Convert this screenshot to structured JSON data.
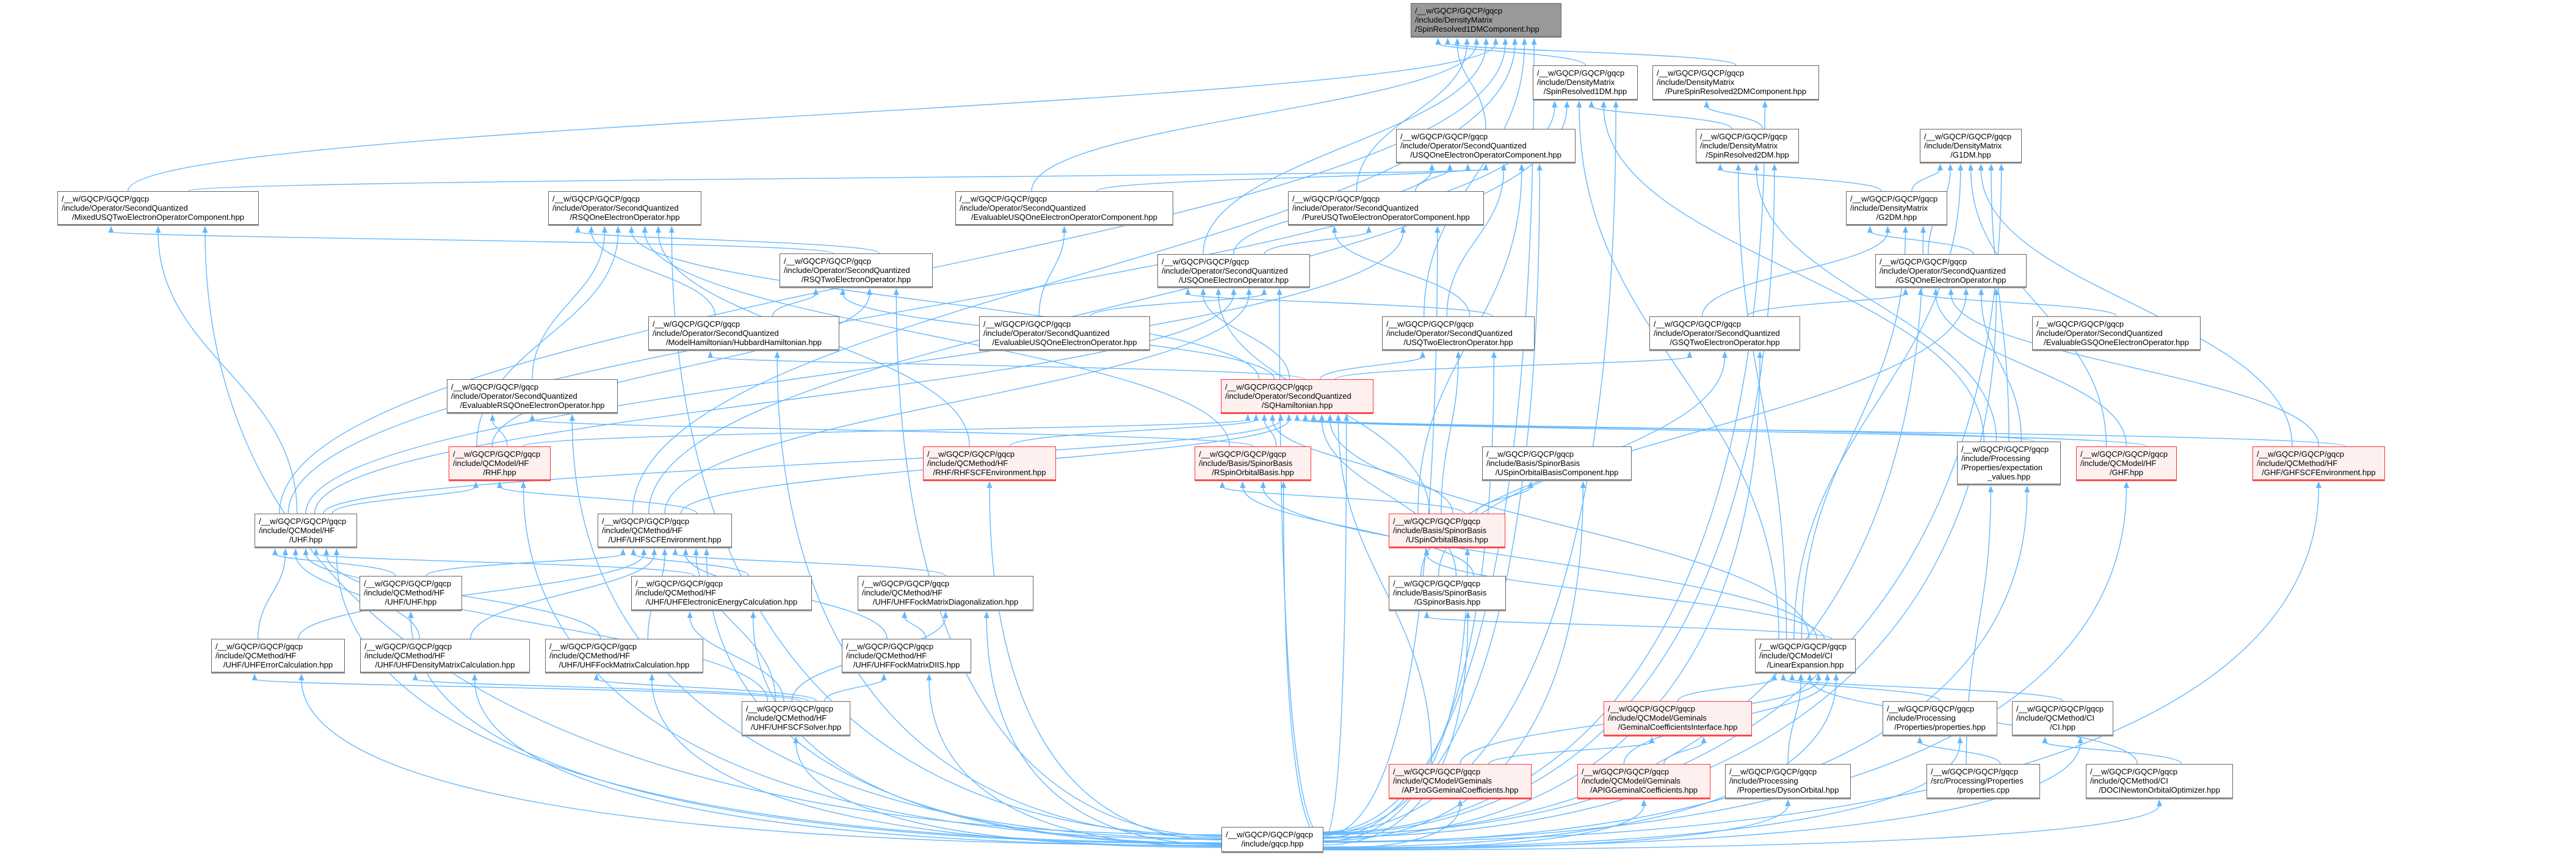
{
  "colors": {
    "edge": "#63b8ff",
    "node_border": "#666666",
    "root_fill": "#999999",
    "highlight_border": "#ff3030",
    "highlight_fill": "#fff0f0"
  },
  "nodes": {
    "root": {
      "style": "root",
      "lines": [
        "/__w/GQCP/GQCP/gqcp",
        "/include/DensityMatrix",
        "/SpinResolved1DMComponent.hpp"
      ]
    },
    "sr1dm": {
      "style": "normal",
      "lines": [
        "/__w/GQCP/GQCP/gqcp",
        "/include/DensityMatrix",
        "/SpinResolved1DM.hpp"
      ]
    },
    "psr2dmc": {
      "style": "normal",
      "lines": [
        "/__w/GQCP/GQCP/gqcp",
        "/include/DensityMatrix",
        "/PureSpinResolved2DMComponent.hpp"
      ]
    },
    "usq1c": {
      "style": "normal",
      "lines": [
        "/__w/GQCP/GQCP/gqcp",
        "/include/Operator/SecondQuantized",
        "/USQOneElectronOperatorComponent.hpp"
      ]
    },
    "sr2dm": {
      "style": "normal",
      "lines": [
        "/__w/GQCP/GQCP/gqcp",
        "/include/DensityMatrix",
        "/SpinResolved2DM.hpp"
      ]
    },
    "g1dm": {
      "style": "normal",
      "lines": [
        "/__w/GQCP/GQCP/gqcp",
        "/include/DensityMatrix",
        "/G1DM.hpp"
      ]
    },
    "mixed": {
      "style": "normal",
      "lines": [
        "/__w/GQCP/GQCP/gqcp",
        "/include/Operator/SecondQuantized",
        "/MixedUSQTwoElectronOperatorComponent.hpp"
      ]
    },
    "rsq1": {
      "style": "normal",
      "lines": [
        "/__w/GQCP/GQCP/gqcp",
        "/include/Operator/SecondQuantized",
        "/RSQOneElectronOperator.hpp"
      ]
    },
    "evalusq1c": {
      "style": "normal",
      "lines": [
        "/__w/GQCP/GQCP/gqcp",
        "/include/Operator/SecondQuantized",
        "/EvaluableUSQOneElectronOperatorComponent.hpp"
      ]
    },
    "pureusq2c": {
      "style": "normal",
      "lines": [
        "/__w/GQCP/GQCP/gqcp",
        "/include/Operator/SecondQuantized",
        "/PureUSQTwoElectronOperatorComponent.hpp"
      ]
    },
    "g2dm": {
      "style": "normal",
      "lines": [
        "/__w/GQCP/GQCP/gqcp",
        "/include/DensityMatrix",
        "/G2DM.hpp"
      ]
    },
    "rsq2": {
      "style": "normal",
      "lines": [
        "/__w/GQCP/GQCP/gqcp",
        "/include/Operator/SecondQuantized",
        "/RSQTwoElectronOperator.hpp"
      ]
    },
    "usq1": {
      "style": "normal",
      "lines": [
        "/__w/GQCP/GQCP/gqcp",
        "/include/Operator/SecondQuantized",
        "/USQOneElectronOperator.hpp"
      ]
    },
    "gsq1": {
      "style": "normal",
      "lines": [
        "/__w/GQCP/GQCP/gqcp",
        "/include/Operator/SecondQuantized",
        "/GSQOneElectronOperator.hpp"
      ]
    },
    "hubbard": {
      "style": "normal",
      "lines": [
        "/__w/GQCP/GQCP/gqcp",
        "/include/Operator/SecondQuantized",
        "/ModelHamiltonian/HubbardHamiltonian.hpp"
      ]
    },
    "evalusq1": {
      "style": "normal",
      "lines": [
        "/__w/GQCP/GQCP/gqcp",
        "/include/Operator/SecondQuantized",
        "/EvaluableUSQOneElectronOperator.hpp"
      ]
    },
    "usq2": {
      "style": "normal",
      "lines": [
        "/__w/GQCP/GQCP/gqcp",
        "/include/Operator/SecondQuantized",
        "/USQTwoElectronOperator.hpp"
      ]
    },
    "gsq2": {
      "style": "normal",
      "lines": [
        "/__w/GQCP/GQCP/gqcp",
        "/include/Operator/SecondQuantized",
        "/GSQTwoElectronOperator.hpp"
      ]
    },
    "evalgsq1": {
      "style": "normal",
      "lines": [
        "/__w/GQCP/GQCP/gqcp",
        "/include/Operator/SecondQuantized",
        "/EvaluableGSQOneElectronOperator.hpp"
      ]
    },
    "evalrsq1": {
      "style": "normal",
      "lines": [
        "/__w/GQCP/GQCP/gqcp",
        "/include/Operator/SecondQuantized",
        "/EvaluableRSQOneElectronOperator.hpp"
      ]
    },
    "sqh": {
      "style": "highlight",
      "lines": [
        "/__w/GQCP/GQCP/gqcp",
        "/include/Operator/SecondQuantized",
        "/SQHamiltonian.hpp"
      ]
    },
    "rhf": {
      "style": "highlight",
      "lines": [
        "/__w/GQCP/GQCP/gqcp",
        "/include/QCModel/HF",
        "/RHF.hpp"
      ]
    },
    "rhfscf": {
      "style": "highlight",
      "lines": [
        "/__w/GQCP/GQCP/gqcp",
        "/include/QCMethod/HF",
        "/RHF/RHFSCFEnvironment.hpp"
      ]
    },
    "rsob": {
      "style": "highlight",
      "lines": [
        "/__w/GQCP/GQCP/gqcp",
        "/include/Basis/SpinorBasis",
        "/RSpinOrbitalBasis.hpp"
      ]
    },
    "usobc": {
      "style": "normal",
      "lines": [
        "/__w/GQCP/GQCP/gqcp",
        "/include/Basis/SpinorBasis",
        "/USpinOrbitalBasisComponent.hpp"
      ]
    },
    "expval": {
      "style": "normal",
      "lines": [
        "/__w/GQCP/GQCP/gqcp",
        "/include/Processing",
        "/Properties/expectation",
        "_values.hpp"
      ]
    },
    "ghf": {
      "style": "highlight",
      "lines": [
        "/__w/GQCP/GQCP/gqcp",
        "/include/QCModel/HF",
        "/GHF.hpp"
      ]
    },
    "ghfscf": {
      "style": "highlight",
      "lines": [
        "/__w/GQCP/GQCP/gqcp",
        "/include/QCMethod/HF",
        "/GHF/GHFSCFEnvironment.hpp"
      ]
    },
    "uhf": {
      "style": "normal",
      "lines": [
        "/__w/GQCP/GQCP/gqcp",
        "/include/QCModel/HF",
        "/UHF.hpp"
      ]
    },
    "uhfscf": {
      "style": "normal",
      "lines": [
        "/__w/GQCP/GQCP/gqcp",
        "/include/QCMethod/HF",
        "/UHF/UHFSCFEnvironment.hpp"
      ]
    },
    "usob": {
      "style": "highlight",
      "lines": [
        "/__w/GQCP/GQCP/gqcp",
        "/include/Basis/SpinorBasis",
        "/USpinOrbitalBasis.hpp"
      ]
    },
    "uhfuhf": {
      "style": "normal",
      "lines": [
        "/__w/GQCP/GQCP/gqcp",
        "/include/QCMethod/HF",
        "/UHF/UHF.hpp"
      ]
    },
    "uhfenergy": {
      "style": "normal",
      "lines": [
        "/__w/GQCP/GQCP/gqcp",
        "/include/QCMethod/HF",
        "/UHF/UHFElectronicEnergyCalculation.hpp"
      ]
    },
    "uhfdiag": {
      "style": "normal",
      "lines": [
        "/__w/GQCP/GQCP/gqcp",
        "/include/QCMethod/HF",
        "/UHF/UHFFockMatrixDiagonalization.hpp"
      ]
    },
    "gsb": {
      "style": "normal",
      "lines": [
        "/__w/GQCP/GQCP/gqcp",
        "/include/Basis/SpinorBasis",
        "/GSpinorBasis.hpp"
      ]
    },
    "uhferr": {
      "style": "normal",
      "lines": [
        "/__w/GQCP/GQCP/gqcp",
        "/include/QCMethod/HF",
        "/UHF/UHFErrorCalculation.hpp"
      ]
    },
    "uhfdens": {
      "style": "normal",
      "lines": [
        "/__w/GQCP/GQCP/gqcp",
        "/include/QCMethod/HF",
        "/UHF/UHFDensityMatrixCalculation.hpp"
      ]
    },
    "uhffock": {
      "style": "normal",
      "lines": [
        "/__w/GQCP/GQCP/gqcp",
        "/include/QCMethod/HF",
        "/UHF/UHFFockMatrixCalculation.hpp"
      ]
    },
    "uhfdiis": {
      "style": "normal",
      "lines": [
        "/__w/GQCP/GQCP/gqcp",
        "/include/QCMethod/HF",
        "/UHF/UHFFockMatrixDIIS.hpp"
      ]
    },
    "linexp": {
      "style": "normal",
      "lines": [
        "/__w/GQCP/GQCP/gqcp",
        "/include/QCModel/CI",
        "/LinearExpansion.hpp"
      ]
    },
    "uhfsolver": {
      "style": "normal",
      "lines": [
        "/__w/GQCP/GQCP/gqcp",
        "/include/QCMethod/HF",
        "/UHF/UHFSCFSolver.hpp"
      ]
    },
    "gemint": {
      "style": "highlight",
      "lines": [
        "/__w/GQCP/GQCP/gqcp",
        "/include/QCModel/Geminals",
        "/GeminalCoefficientsInterface.hpp"
      ]
    },
    "props": {
      "style": "normal",
      "lines": [
        "/__w/GQCP/GQCP/gqcp",
        "/include/Processing",
        "/Properties/properties.hpp"
      ]
    },
    "ci": {
      "style": "normal",
      "lines": [
        "/__w/GQCP/GQCP/gqcp",
        "/include/QCMethod/CI",
        "/CI.hpp"
      ]
    },
    "ap1rog": {
      "style": "highlight",
      "lines": [
        "/__w/GQCP/GQCP/gqcp",
        "/include/QCModel/Geminals",
        "/AP1roGGeminalCoefficients.hpp"
      ]
    },
    "apig": {
      "style": "highlight",
      "lines": [
        "/__w/GQCP/GQCP/gqcp",
        "/include/QCModel/Geminals",
        "/APIGGeminalCoefficients.hpp"
      ]
    },
    "dyson": {
      "style": "normal",
      "lines": [
        "/__w/GQCP/GQCP/gqcp",
        "/include/Processing",
        "/Properties/DysonOrbital.hpp"
      ]
    },
    "propscpp": {
      "style": "normal",
      "lines": [
        "/__w/GQCP/GQCP/gqcp",
        "/src/Processing/Properties",
        "/properties.cpp"
      ]
    },
    "doci": {
      "style": "normal",
      "lines": [
        "/__w/GQCP/GQCP/gqcp",
        "/include/QCMethod/CI",
        "/DOCINewtonOrbitalOptimizer.hpp"
      ]
    },
    "gqcp": {
      "style": "normal",
      "lines": [
        "/__w/GQCP/GQCP/gqcp",
        "/include/gqcp.hpp"
      ]
    }
  },
  "edges": [
    [
      "sr1dm",
      "root"
    ],
    [
      "psr2dmc",
      "root"
    ],
    [
      "usq1c",
      "root"
    ],
    [
      "pureusq2c",
      "root"
    ],
    [
      "evalusq1c",
      "root"
    ],
    [
      "usq1",
      "root"
    ],
    [
      "mixed",
      "root"
    ],
    [
      "uhf",
      "root"
    ],
    [
      "uhfscf",
      "root"
    ],
    [
      "usq2",
      "root"
    ],
    [
      "gqcp",
      "root"
    ],
    [
      "uhf",
      "sr1dm"
    ],
    [
      "uhfscf",
      "sr1dm"
    ],
    [
      "linexp",
      "sr1dm"
    ],
    [
      "sr2dm",
      "sr1dm"
    ],
    [
      "expval",
      "sr1dm"
    ],
    [
      "gqcp",
      "sr1dm"
    ],
    [
      "sr2dm",
      "psr2dmc"
    ],
    [
      "gqcp",
      "psr2dmc"
    ],
    [
      "usq1",
      "usq1c"
    ],
    [
      "pureusq2c",
      "usq1c"
    ],
    [
      "evalusq1c",
      "usq1c"
    ],
    [
      "mixed",
      "usq1c"
    ],
    [
      "usq2",
      "usq1c"
    ],
    [
      "usob",
      "usq1c"
    ],
    [
      "gqcp",
      "usq1c"
    ],
    [
      "g2dm",
      "sr2dm"
    ],
    [
      "linexp",
      "sr2dm"
    ],
    [
      "expval",
      "sr2dm"
    ],
    [
      "gqcp",
      "sr2dm"
    ],
    [
      "g2dm",
      "g1dm"
    ],
    [
      "gsq1",
      "g1dm"
    ],
    [
      "linexp",
      "g1dm"
    ],
    [
      "ghf",
      "g1dm"
    ],
    [
      "ghfscf",
      "g1dm"
    ],
    [
      "expval",
      "g1dm"
    ],
    [
      "gqcp",
      "g1dm"
    ],
    [
      "gsq1",
      "g2dm"
    ],
    [
      "gsq2",
      "g2dm"
    ],
    [
      "linexp",
      "g2dm"
    ],
    [
      "gqcp",
      "g2dm"
    ],
    [
      "rsq2",
      "mixed"
    ],
    [
      "uhf",
      "mixed"
    ],
    [
      "gqcp",
      "mixed"
    ],
    [
      "rsq2",
      "rsq1"
    ],
    [
      "hubbard",
      "rsq1"
    ],
    [
      "evalrsq1",
      "rsq1"
    ],
    [
      "rhf",
      "rsq1"
    ],
    [
      "sqh",
      "rsq1"
    ],
    [
      "rsob",
      "rsq1"
    ],
    [
      "rhfscf",
      "rsq1"
    ],
    [
      "gqcp",
      "rsq1"
    ],
    [
      "evalusq1",
      "evalusq1c"
    ],
    [
      "usq2",
      "pureusq2c"
    ],
    [
      "usq1",
      "pureusq2c"
    ],
    [
      "uhf",
      "pureusq2c"
    ],
    [
      "gqcp",
      "pureusq2c"
    ],
    [
      "hubbard",
      "rsq2"
    ],
    [
      "sqh",
      "rsq2"
    ],
    [
      "rhf",
      "rsq2"
    ],
    [
      "gqcp",
      "rsq2"
    ],
    [
      "usq2",
      "usq1"
    ],
    [
      "sqh",
      "usq1"
    ],
    [
      "usob",
      "usq1"
    ],
    [
      "uhf",
      "usq1"
    ],
    [
      "uhfscf",
      "usq1"
    ],
    [
      "evalusq1",
      "usq1"
    ],
    [
      "gqcp",
      "usq1"
    ],
    [
      "gsq2",
      "gsq1"
    ],
    [
      "evalgsq1",
      "gsq1"
    ],
    [
      "ghf",
      "gsq1"
    ],
    [
      "ghfscf",
      "gsq1"
    ],
    [
      "gsb",
      "gsq1"
    ],
    [
      "expval",
      "gsq1"
    ],
    [
      "gqcp",
      "gsq1"
    ],
    [
      "sqh",
      "hubbard"
    ],
    [
      "gqcp",
      "hubbard"
    ],
    [
      "sqh",
      "usq2"
    ],
    [
      "usob",
      "usq2"
    ],
    [
      "gqcp",
      "usq2"
    ],
    [
      "sqh",
      "gsq2"
    ],
    [
      "gsb",
      "gsq2"
    ],
    [
      "gqcp",
      "gsq2"
    ],
    [
      "rhf",
      "evalrsq1"
    ],
    [
      "rsob",
      "evalrsq1"
    ],
    [
      "gqcp",
      "evalrsq1"
    ],
    [
      "rhf",
      "sqh"
    ],
    [
      "rhfscf",
      "sqh"
    ],
    [
      "rsob",
      "sqh"
    ],
    [
      "usob",
      "sqh"
    ],
    [
      "uhf",
      "sqh"
    ],
    [
      "uhfscf",
      "sqh"
    ],
    [
      "ghf",
      "sqh"
    ],
    [
      "ghfscf",
      "sqh"
    ],
    [
      "expval",
      "sqh"
    ],
    [
      "gsb",
      "sqh"
    ],
    [
      "linexp",
      "sqh"
    ],
    [
      "ap1rog",
      "sqh"
    ],
    [
      "gqcp",
      "sqh"
    ],
    [
      "uhf",
      "rhf"
    ],
    [
      "uhfscf",
      "rhf"
    ],
    [
      "gqcp",
      "rhf"
    ],
    [
      "gqcp",
      "rhfscf"
    ],
    [
      "usob",
      "rsob"
    ],
    [
      "gsb",
      "rsob"
    ],
    [
      "linexp",
      "rsob"
    ],
    [
      "gqcp",
      "rsob"
    ],
    [
      "usob",
      "usobc"
    ],
    [
      "gqcp",
      "usobc"
    ],
    [
      "linexp",
      "usob"
    ],
    [
      "gqcp",
      "usob"
    ],
    [
      "gqcp",
      "ghf"
    ],
    [
      "gqcp",
      "ghfscf"
    ],
    [
      "propscpp",
      "expval"
    ],
    [
      "gqcp",
      "expval"
    ],
    [
      "uhfuhf",
      "uhf"
    ],
    [
      "uhferr",
      "uhf"
    ],
    [
      "uhfdens",
      "uhf"
    ],
    [
      "uhffock",
      "uhf"
    ],
    [
      "uhfenergy",
      "uhf"
    ],
    [
      "uhfsolver",
      "uhf"
    ],
    [
      "gqcp",
      "uhf"
    ],
    [
      "uhfuhf",
      "uhfscf"
    ],
    [
      "uhfenergy",
      "uhfscf"
    ],
    [
      "uhferr",
      "uhfscf"
    ],
    [
      "uhfdens",
      "uhfscf"
    ],
    [
      "uhffock",
      "uhfscf"
    ],
    [
      "uhfdiag",
      "uhfscf"
    ],
    [
      "uhfdiis",
      "uhfscf"
    ],
    [
      "uhfsolver",
      "uhfscf"
    ],
    [
      "gqcp",
      "uhfscf"
    ],
    [
      "gqcp",
      "uhfuhf"
    ],
    [
      "uhfsolver",
      "uhfenergy"
    ],
    [
      "gqcp",
      "uhfenergy"
    ],
    [
      "uhfdiis",
      "uhfdiag"
    ],
    [
      "uhfsolver",
      "uhfdiag"
    ],
    [
      "gqcp",
      "uhfdiag"
    ],
    [
      "linexp",
      "gsb"
    ],
    [
      "gqcp",
      "gsb"
    ],
    [
      "uhfsolver",
      "uhferr"
    ],
    [
      "gqcp",
      "uhferr"
    ],
    [
      "uhfsolver",
      "uhfdens"
    ],
    [
      "gqcp",
      "uhfdens"
    ],
    [
      "uhfsolver",
      "uhffock"
    ],
    [
      "gqcp",
      "uhffock"
    ],
    [
      "uhfsolver",
      "uhfdiis"
    ],
    [
      "gqcp",
      "uhfdiis"
    ],
    [
      "gemint",
      "linexp"
    ],
    [
      "props",
      "linexp"
    ],
    [
      "ci",
      "linexp"
    ],
    [
      "dyson",
      "linexp"
    ],
    [
      "doci",
      "linexp"
    ],
    [
      "ap1rog",
      "linexp"
    ],
    [
      "apig",
      "linexp"
    ],
    [
      "gqcp",
      "linexp"
    ],
    [
      "gqcp",
      "uhfsolver"
    ],
    [
      "ap1rog",
      "gemint"
    ],
    [
      "apig",
      "gemint"
    ],
    [
      "propscpp",
      "props"
    ],
    [
      "gqcp",
      "props"
    ],
    [
      "doci",
      "ci"
    ],
    [
      "gqcp",
      "ci"
    ],
    [
      "gqcp",
      "ap1rog"
    ],
    [
      "gqcp",
      "apig"
    ],
    [
      "gqcp",
      "dyson"
    ],
    [
      "gqcp",
      "doci"
    ]
  ]
}
